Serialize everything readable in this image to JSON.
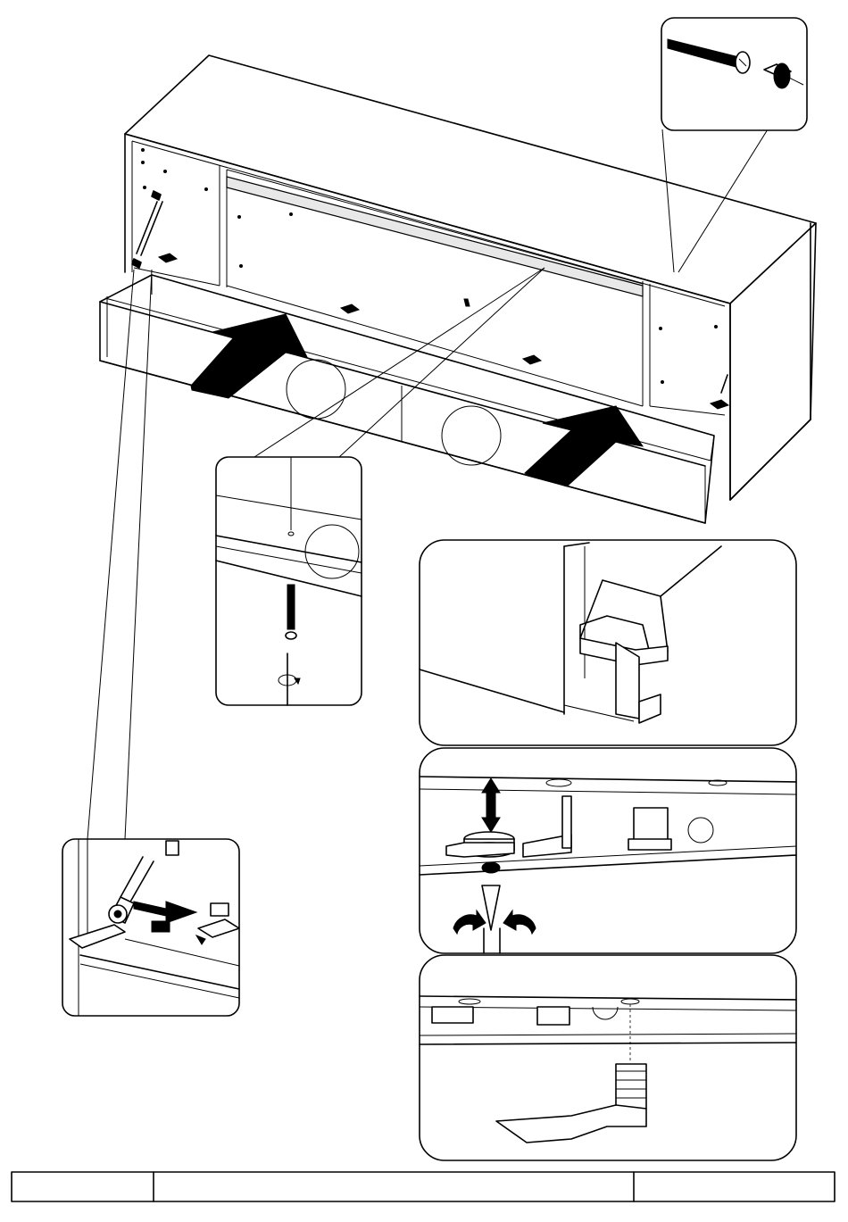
{
  "document": {
    "type": "assembly-instruction-sheet",
    "main_view": "sideboard-drawer-installation",
    "details": [
      {
        "id": "detail-screw-dowel",
        "icons": [
          "screw-icon",
          "dowel-icon"
        ]
      },
      {
        "id": "detail-back-screw",
        "icons": [
          "screw-icon",
          "screwdriver-icon",
          "rotate-icon"
        ]
      },
      {
        "id": "detail-hinge-piston",
        "icons": [
          "gas-piston-icon",
          "push-arrow-icon"
        ]
      },
      {
        "id": "detail-drawer-clip",
        "icons": [
          "runner-clip-icon"
        ]
      },
      {
        "id": "detail-height-adjust",
        "icons": [
          "adjust-wheel-icon",
          "up-down-arrow-icon",
          "rotate-arrows-icon"
        ]
      },
      {
        "id": "detail-release-lever",
        "icons": [
          "lever-icon"
        ]
      }
    ],
    "arrows_count": 2,
    "footer": {
      "cells": [
        "",
        "",
        ""
      ]
    }
  },
  "colors": {
    "line": "#000000",
    "background": "#ffffff",
    "fill_grey": "#bdbdbd"
  }
}
